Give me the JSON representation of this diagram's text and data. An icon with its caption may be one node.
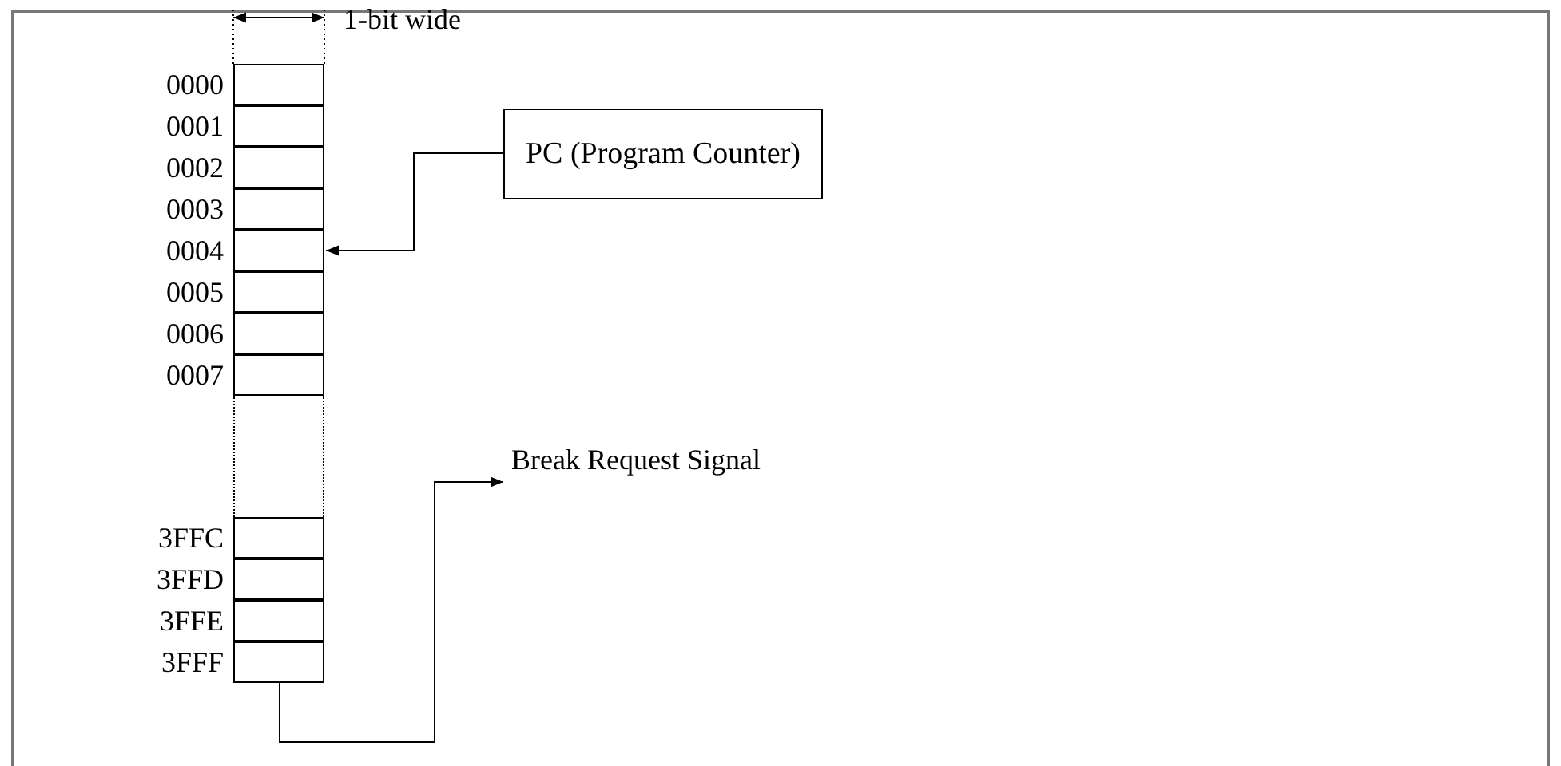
{
  "diagram": {
    "nodes": [
      {
        "text": [],
        "shape": "box",
        "beside": [
          "0000"
        ]
      },
      {
        "text": [],
        "shape": "box",
        "beside": [
          "0001"
        ]
      },
      {
        "text": [],
        "shape": "box",
        "beside": [
          "0002"
        ]
      },
      {
        "text": [],
        "shape": "box",
        "beside": [
          "0003"
        ]
      },
      {
        "text": [],
        "shape": "box",
        "beside": [
          "0004"
        ]
      },
      {
        "text": [],
        "shape": "box",
        "beside": [
          "0005"
        ]
      },
      {
        "text": [],
        "shape": "box",
        "beside": [
          "0006"
        ]
      },
      {
        "text": [],
        "shape": "box",
        "beside": [
          "0007"
        ]
      },
      {
        "text": [],
        "shape": "box"
      },
      {
        "text": [],
        "shape": "box",
        "beside": [
          "3FFC"
        ]
      },
      {
        "text": [],
        "shape": "box",
        "beside": [
          "3FFD"
        ]
      },
      {
        "text": [],
        "shape": "box",
        "beside": [
          "3FFE"
        ]
      },
      {
        "text": [],
        "shape": "box",
        "beside": [
          "3FFF"
        ]
      },
      {
        "text": [
          "PC (Program Counter)"
        ]
      },
      {
        "text": [
          "Break Request Signal"
        ]
      }
    ],
    "edges": [
      {
        "from": 13,
        "to": 4,
        "arrow": "to"
      },
      {
        "from": 12,
        "to": 14,
        "arrow": "to"
      }
    ],
    "labels": [
      "1-bit wide"
    ]
  }
}
